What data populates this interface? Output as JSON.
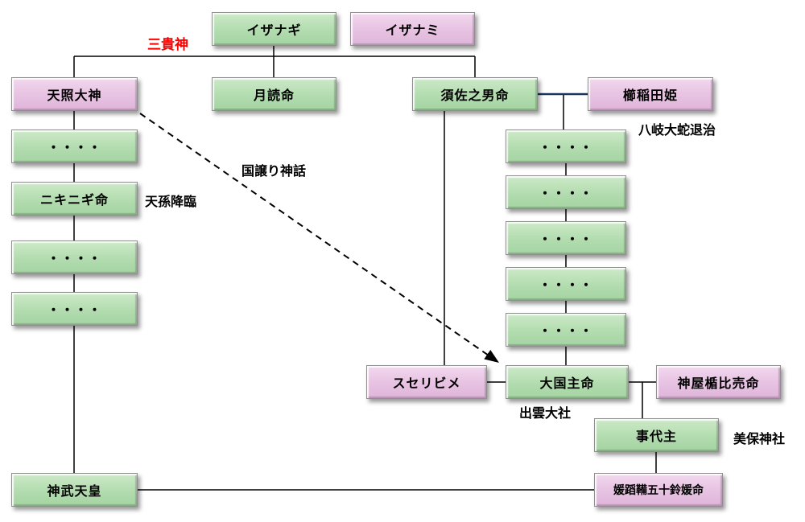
{
  "diagram": {
    "nodes": {
      "izanagi": {
        "label": "イザナギ"
      },
      "izanami": {
        "label": "イザナミ"
      },
      "amaterasu": {
        "label": "天照大神"
      },
      "tsukuyomi": {
        "label": "月読命"
      },
      "susanoo": {
        "label": "須佐之男命"
      },
      "kushinadahime": {
        "label": "櫛稲田姫"
      },
      "amaterasu_desc1": {
        "label": "・・・・"
      },
      "ninigi": {
        "label": "ニキニギ命"
      },
      "amaterasu_desc2": {
        "label": "・・・・"
      },
      "amaterasu_desc3": {
        "label": "・・・・"
      },
      "jimmu": {
        "label": "神武天皇"
      },
      "susanoo_desc1": {
        "label": "・・・・"
      },
      "susanoo_desc2": {
        "label": "・・・・"
      },
      "susanoo_desc3": {
        "label": "・・・・"
      },
      "susanoo_desc4": {
        "label": "・・・・"
      },
      "susanoo_desc5": {
        "label": "・・・・"
      },
      "okuninushi": {
        "label": "大国主命"
      },
      "suseribime": {
        "label": "スセリビメ"
      },
      "kamuyatatehime": {
        "label": "神屋楯比売命"
      },
      "kotoshironushi": {
        "label": "事代主"
      },
      "himetataraisuzuhime": {
        "label": "媛蹈鞴五十鈴媛命"
      }
    },
    "annotations": {
      "sanki_shin": {
        "text": "三貴神",
        "color": "#ff0000"
      },
      "yamata_no_orochi": {
        "text": "八岐大蛇退治"
      },
      "tenson_korin": {
        "text": "天孫降臨"
      },
      "kuniyuzuri": {
        "text": "国譲り神話"
      },
      "izumo_taisha": {
        "text": "出雲大社"
      },
      "miho_jinja": {
        "text": "美保神社"
      }
    },
    "colors": {
      "green_node": "#b2dcaf",
      "pink_node": "#e7c2e2",
      "line": "#000000",
      "marriage_line": "#17365d",
      "annotation_red": "#ff0000"
    }
  }
}
